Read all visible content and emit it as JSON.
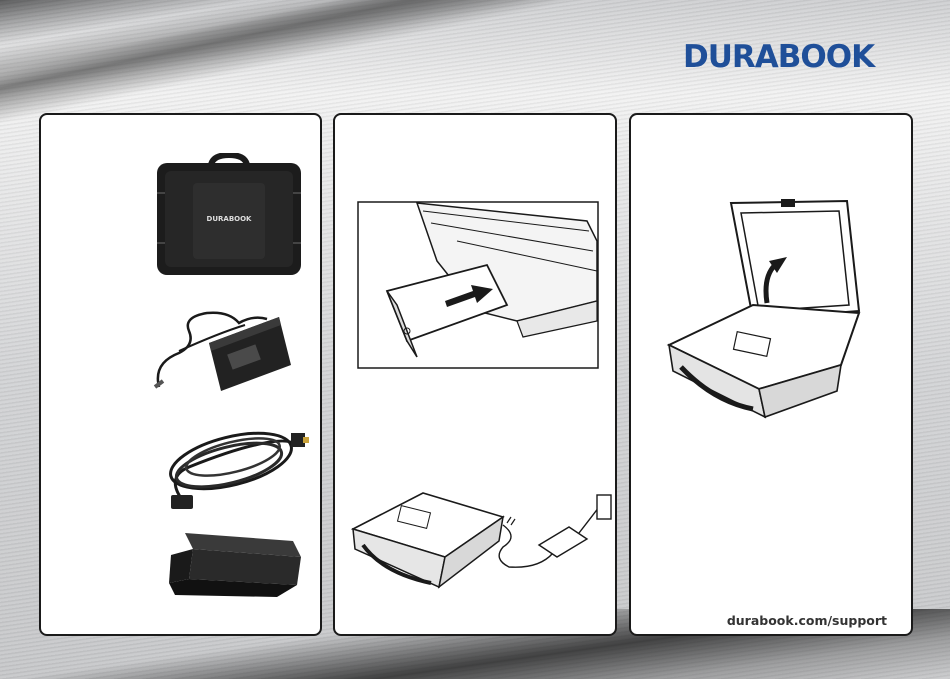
{
  "brand": {
    "logo_text": "DURABOOK",
    "logo_color": "#1f4f99",
    "carry_case_logo": "DURABOOK"
  },
  "panels": [
    {
      "items": [
        "carry-case",
        "ac-adapter",
        "power-cord",
        "battery-pack"
      ]
    },
    {
      "steps": [
        "insert-battery",
        "connect-ac-adapter"
      ]
    },
    {
      "steps": [
        "open-lid"
      ],
      "footer_link": "durabook.com/support"
    }
  ]
}
